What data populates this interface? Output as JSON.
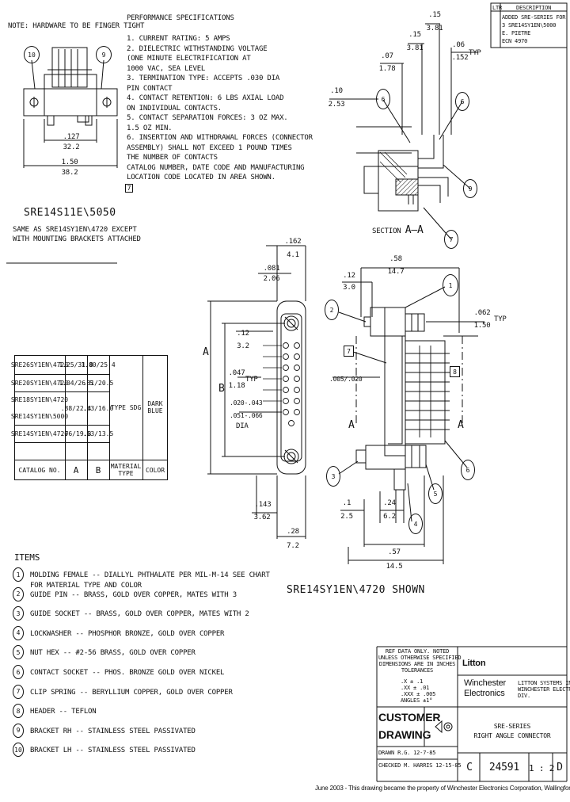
{
  "top_note": "NOTE: HARDWARE TO BE FINGER TIGHT",
  "perf": {
    "title": "PERFORMANCE SPECIFICATIONS",
    "items": [
      "1. CURRENT RATING: 5 AMPS",
      "2. DIELECTRIC WITHSTANDING VOLTAGE",
      "   (ONE MINUTE ELECTRIFICATION AT",
      "   1000 VAC, SEA LEVEL",
      "3. TERMINATION TYPE: ACCEPTS .030 DIA",
      "   PIN CONTACT",
      "4. CONTACT RETENTION: 6 LBS AXIAL LOAD",
      "   ON INDIVIDUAL CONTACTS.",
      "5. CONTACT SEPARATION FORCES: 3 OZ MAX.",
      "   1.5 OZ MIN.",
      "6. INSERTION AND WITHDRAWAL FORCES (CONNECTOR",
      "   ASSEMBLY) SHALL NOT EXCEED 1 POUND TIMES",
      "   THE NUMBER OF CONTACTS",
      "   CATALOG NUMBER, DATE CODE AND MANUFACTURING",
      "   LOCATION CODE LOCATED IN AREA SHOWN."
    ],
    "box_label": "7"
  },
  "front_view": {
    "balloons": [
      "10",
      "9"
    ],
    "dims": [
      {
        "inch": ".127",
        "mm": "32.2"
      },
      {
        "inch": "1.50",
        "mm": "38.2"
      }
    ],
    "model": "SRE14S11E\\5050",
    "note_lines": [
      "SAME AS SRE14SY1EN\\4720 EXCEPT",
      "WITH MOUNTING BRACKETS ATTACHED"
    ]
  },
  "section": {
    "label": "SECTION",
    "letters": "A—A",
    "dims": [
      {
        "inch": ".15",
        "mm": "3.81"
      },
      {
        "inch": ".15",
        "mm": "3.81"
      },
      {
        "inch": ".07",
        "mm": "1.78"
      },
      {
        "inch": ".06",
        "mm": ".152"
      },
      {
        "inch": ".10",
        "mm": "2.53"
      }
    ],
    "typ": "TYP",
    "balloons": [
      "6",
      "6",
      "9",
      "7"
    ]
  },
  "table": {
    "rows": [
      {
        "cat": "SRE26SY1EN\\4720",
        "a": "1.25/31.8",
        "b": "1.00/25.4"
      },
      {
        "cat": "SRE20SY1EN\\4720",
        "a": "1.04/26.5",
        "b": ".81/20.5"
      },
      {
        "cat": "SRE18SY1EN\\4720",
        "a": ".88/22.4",
        "b": ".63/16.0"
      },
      {
        "cat": "SRE14SY1EN\\5000",
        "a": "",
        "b": ""
      },
      {
        "cat": "SRE14SY1EN\\4720",
        "a": ".76/19.8",
        "b": ".53/13.5"
      }
    ],
    "type_label": "TYPE SDG",
    "color_value": "DARK\nBLUE",
    "footer": {
      "cat": "CATALOG NO.",
      "a": "A",
      "b": "B",
      "mat": "MATERIAL\nTYPE",
      "color": "COLOR"
    }
  },
  "end_view": {
    "dims": [
      {
        "inch": ".162",
        "mm": "4.1"
      },
      {
        "inch": ".081",
        "mm": "2.06"
      },
      {
        "inch": ".12",
        "mm": "3.2"
      },
      {
        "inch": ".047",
        "mm": "1.18"
      },
      {
        "inch": ".020-.043",
        "mm": ".051-.066"
      },
      {
        "inch": ".143",
        "mm": "3.62"
      },
      {
        "inch": ".28",
        "mm": "7.2"
      }
    ],
    "letter_a": "A",
    "letter_b": "B",
    "typ": "TYP",
    "dia": "DIA"
  },
  "side_view": {
    "dims": [
      {
        "inch": ".58",
        "mm": "14.7"
      },
      {
        "inch": ".12",
        "mm": "3.0"
      },
      {
        "inch": ".062",
        "mm": "1.50"
      },
      {
        "inch": ".005/.020",
        "mm": ""
      },
      {
        "inch": ".1",
        "mm": "2.5"
      },
      {
        "inch": ".24",
        "mm": "6.2"
      },
      {
        "inch": ".57",
        "mm": "14.5"
      }
    ],
    "typ": "TYP",
    "balloons": [
      "1",
      "2",
      "7",
      "8",
      "3",
      "4",
      "5",
      "6"
    ],
    "letter_a": "A",
    "model": "SRE14SY1EN\\4720 SHOWN"
  },
  "items": {
    "title": "ITEMS",
    "list": [
      {
        "n": "1",
        "text": "MOLDING FEMALE  --  DIALLYL PHTHALATE PER MIL-M-14  SEE CHART"
      },
      {
        "n": "",
        "text": "                  FOR MATERIAL TYPE AND COLOR"
      },
      {
        "n": "2",
        "text": "GUIDE PIN  --  BRASS, GOLD OVER COPPER, MATES WITH  3"
      },
      {
        "n": "3",
        "text": "GUIDE SOCKET  --  BRASS, GOLD OVER COPPER, MATES WITH  2"
      },
      {
        "n": "4",
        "text": "LOCKWASHER  --  PHOSPHOR BRONZE, GOLD OVER COPPER"
      },
      {
        "n": "5",
        "text": "NUT HEX  --  #2-56 BRASS, GOLD OVER COPPER"
      },
      {
        "n": "6",
        "text": "CONTACT SOCKET  --  PHOS. BRONZE GOLD OVER NICKEL"
      },
      {
        "n": "7",
        "text": "CLIP SPRING  --  BERYLLIUM COPPER, GOLD OVER COPPER"
      },
      {
        "n": "8",
        "text": "HEADER  --  TEFLON"
      },
      {
        "n": "9",
        "text": "BRACKET RH  --  STAINLESS STEEL PASSIVATED"
      },
      {
        "n": "10",
        "text": "BRACKET LH  --  STAINLESS STEEL PASSIVATED"
      }
    ]
  },
  "revision": {
    "headers": [
      "LTR",
      "DESCRIPTION"
    ],
    "lines": [
      "ADDED SRE-SERIES FOR",
      "3 SRE14SY1EN\\5000",
      "E. PIETRE",
      "ECN 4970"
    ]
  },
  "title_block": {
    "tol_lines": [
      "REF DATA ONLY. NOTED",
      "UNLESS OTHERWISE SPECIFIED",
      "DIMENSIONS ARE IN INCHES",
      "TOLERANCES"
    ],
    "tol_vals": [
      ".X ± .1",
      ".XX ± .01",
      ".XXX ± .005",
      "ANGLES ±1°"
    ],
    "company": "Litton",
    "division": "Winchester Electronics",
    "address": [
      "LITTON SYSTEMS INC.",
      "WINCHESTER ELECTRONICS",
      "DIV."
    ],
    "customer": "CUSTOMER",
    "drawing": "DRAWING",
    "desc_lines": [
      "SRE-SERIES",
      "RIGHT ANGLE CONNECTOR"
    ],
    "drawn": "DRAWN  R.G.  12-7-85",
    "checked": "CHECKED  M. HARRIS  12-15-85",
    "size": "C",
    "dwg_no": "24591",
    "scale": "1 : 2",
    "rev": "D"
  },
  "footer": {
    "text": "June 2003 - This drawing became the property of Winchester Electronics Corporation, Wallingford, CT"
  }
}
